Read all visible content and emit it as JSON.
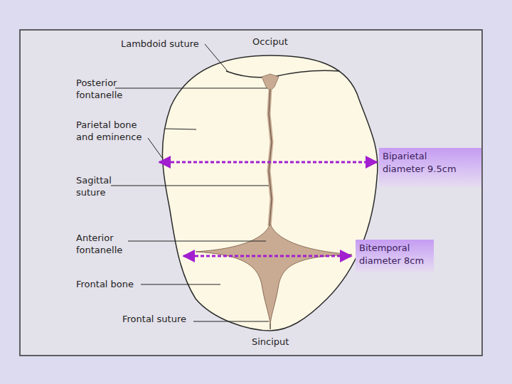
{
  "diagram": {
    "nodes": [
      {
        "text": [
          "Biparietal diameter 9.5cm"
        ]
      },
      {
        "text": [
          "Bitemporal diameter 8cm"
        ]
      }
    ],
    "labels": [
      "Lambdoid suture",
      "Occiput",
      "Posterior fontanelle",
      "Parietal bone and eminence",
      "Sagittal suture",
      "Anterior fontanelle",
      "Frontal bone",
      "Frontal suture",
      "Sinciput"
    ]
  }
}
